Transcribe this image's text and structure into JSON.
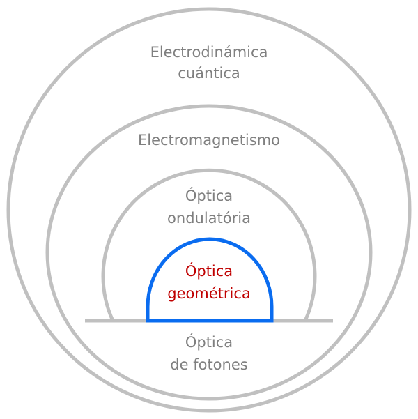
{
  "labels": {
    "outer_1": "Electrodinámica",
    "outer_2": "cuántica",
    "middle": "Electromagnetismo",
    "wave_1": "Óptica",
    "wave_2": "ondulatória",
    "geo_1": "Óptica",
    "geo_2": "geométrica",
    "photon_1": "Óptica",
    "photon_2": "de fotones"
  },
  "colors": {
    "gray_stroke": "#c0c0c0",
    "blue_stroke": "#0a6cf0",
    "text_gray": "#7f7f7f",
    "text_red": "#c00000"
  }
}
